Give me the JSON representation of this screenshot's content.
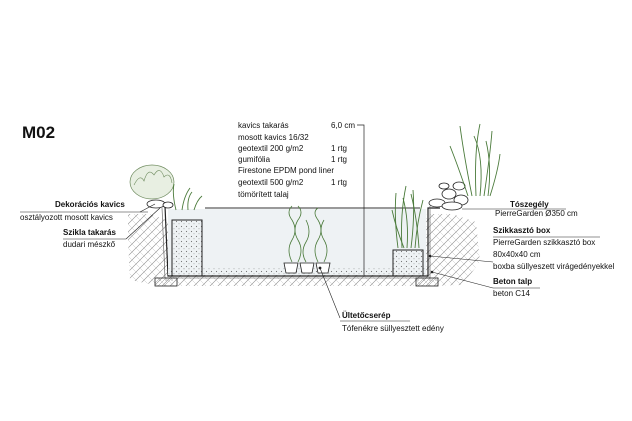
{
  "drawing_code": "M02",
  "layers": [
    {
      "name": "kavics takarás",
      "qty": "6,0 cm"
    },
    {
      "name": "mosott kavics 16/32",
      "qty": ""
    },
    {
      "name": "geotextil 200 g/m2",
      "qty": "1 rtg"
    },
    {
      "name": "gumifólia",
      "qty": "1 rtg"
    },
    {
      "name": "Firestone EPDM pond liner",
      "qty": ""
    },
    {
      "name": "geotextil 500 g/m2",
      "qty": "1 rtg"
    },
    {
      "name": "tömörített talaj",
      "qty": ""
    }
  ],
  "left_labels": {
    "deco_title": "Dekorációs kavics",
    "deco_desc": "osztályozott mosott kavics",
    "rock_title": "Szikla takarás",
    "rock_desc": "dudari mészkő"
  },
  "right_labels": {
    "edge_title": "Tószegély",
    "edge_desc": "PierreGarden Ø350 cm",
    "box_title": "Szikkasztó box",
    "box_line1": "PierreGarden szikkasztó box",
    "box_line2": "80x40x40 cm",
    "box_line3": "boxba süllyeszett virágedényekkel",
    "base_title": "Beton talp",
    "base_desc": "beton C14"
  },
  "bottom_labels": {
    "pot_title": "Ültetőcserép",
    "pot_desc": "Tófenékre süllyesztett edény"
  },
  "colors": {
    "line": "#222222",
    "hatch": "#999999",
    "water": "#cfd8de",
    "plant": "#4a7a3a",
    "plant_light": "#8fb37a"
  }
}
